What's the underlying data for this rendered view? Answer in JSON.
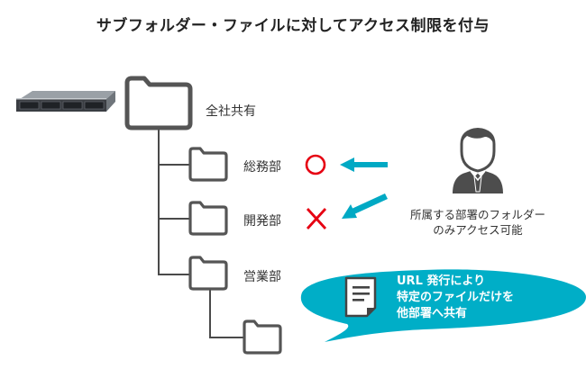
{
  "title": "サブフォルダー・ファイルに対してアクセス制限を付与",
  "server": {
    "icon": "nas-server-icon"
  },
  "tree": {
    "root": {
      "label": "全社共有",
      "icon": "folder-icon"
    },
    "children": [
      {
        "label": "総務部",
        "icon": "folder-icon",
        "access": "allowed",
        "access_symbol": "○"
      },
      {
        "label": "開発部",
        "icon": "folder-icon",
        "access": "denied",
        "access_symbol": "×"
      },
      {
        "label": "営業部",
        "icon": "folder-icon"
      }
    ],
    "subfolder": {
      "label": "",
      "icon": "folder-icon"
    }
  },
  "user": {
    "icon": "user-icon",
    "note_lines": [
      "所属する部署のフォルダー",
      "のみアクセス可能"
    ]
  },
  "bubble": {
    "icon": "document-icon",
    "lines": [
      "URL 発行により",
      "特定のファイルだけを",
      "他部署へ共有"
    ]
  },
  "colors": {
    "line": "#4a4a4a",
    "folder_stroke": "#555555",
    "allowed": "#e60012",
    "denied": "#e60012",
    "arrow": "#00a9c4",
    "bubble": "#00aec7",
    "user": "#4d4d4d"
  }
}
